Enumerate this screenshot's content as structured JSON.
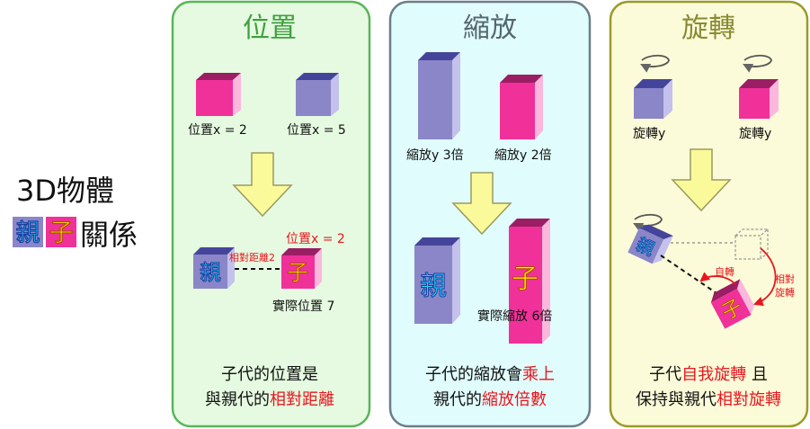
{
  "left_title": {
    "line1": "3D物體",
    "parent_char": "親",
    "child_char": "子",
    "line2_rest": "關係"
  },
  "colors": {
    "parent_front": "#8b86c7",
    "parent_top": "#44459a",
    "parent_side": "#c4c1ec",
    "child_front": "#f0319a",
    "child_top": "#9b1d63",
    "child_side": "#fbb7dc",
    "red_text": "#e8171f",
    "arrow_fill": "#fbfa9b",
    "arrow_stroke": "#9a9a60",
    "position_border": "#5ab55a",
    "position_bg": "#e5fae0",
    "position_title": "#3f9f3f",
    "scale_border": "#6b7e8a",
    "scale_bg": "#e0fcfc",
    "scale_title": "#556670",
    "rotate_border": "#9a9a2a",
    "rotate_bg": "#fbfbd9",
    "rotate_title": "#888a33"
  },
  "panels": {
    "position": {
      "title": "位置",
      "parent_label": "位置x = 2",
      "child_label": "位置x = 5",
      "child_red_label": "位置x = 2",
      "relative_distance": "相對距離2",
      "parent_char": "親",
      "child_char": "子",
      "actual_label": "實際位置 7",
      "caption_line1": "子代的位置是",
      "caption_line2_prefix": "與親代的",
      "caption_line2_red": "相對距離"
    },
    "scale": {
      "title": "縮放",
      "parent_label": "縮放y  3倍",
      "child_label": "縮放y  2倍",
      "parent_char": "親",
      "child_char": "子",
      "actual_label": "實際縮放 6倍",
      "caption_line1_prefix": "子代的縮放會",
      "caption_line1_red": "乘上",
      "caption_line2_prefix": "親代的",
      "caption_line2_red": "縮放倍數"
    },
    "rotation": {
      "title": "旋轉",
      "parent_label": "旋轉y",
      "child_label": "旋轉y",
      "parent_char": "親",
      "child_char": "子",
      "self_rotate": "自轉",
      "relative_rotate_1": "相對",
      "relative_rotate_2": "旋轉",
      "caption_line1_prefix": "子代",
      "caption_line1_red": "自我旋轉",
      "caption_line1_suffix": " 且",
      "caption_line2_prefix": "保持與親代",
      "caption_line2_red": "相對旋轉"
    }
  }
}
